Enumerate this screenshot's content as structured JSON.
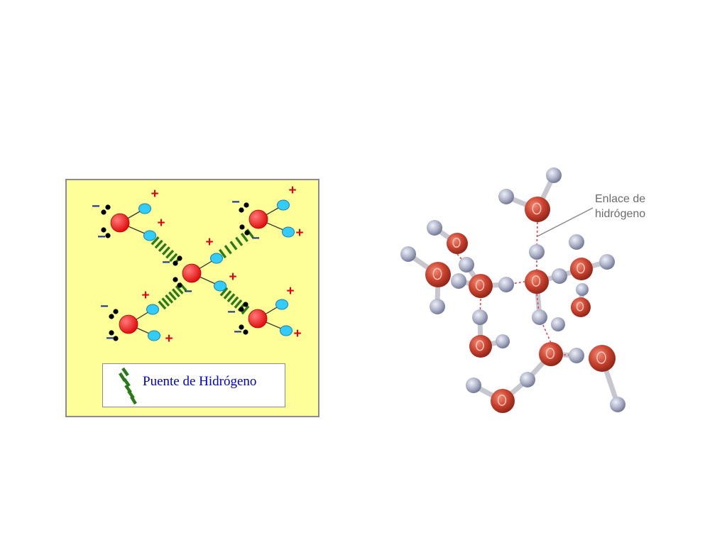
{
  "left_diagram": {
    "legend_label": "Puente de Hidrógeno",
    "charge_positive": "+",
    "charge_negative": "−",
    "molecule_count": 5,
    "colors": {
      "background": "#ffff99",
      "oxygen": "#ee1111",
      "hydrogen": "#33ccff",
      "lone_pair": "#000000",
      "hydrogen_bond": "#2a7a1a",
      "positive_charge": "#e0001a",
      "negative_charge": "#1f3a93",
      "legend_text": "#0000cc"
    }
  },
  "right_diagram": {
    "callout_label": "Enlace de hidrógeno",
    "colors": {
      "oxygen": "#c0392b",
      "hydrogen": "#a8adc4",
      "hydrogen_bond": "#e04848",
      "covalent_bond": "#c7c7cf"
    }
  }
}
